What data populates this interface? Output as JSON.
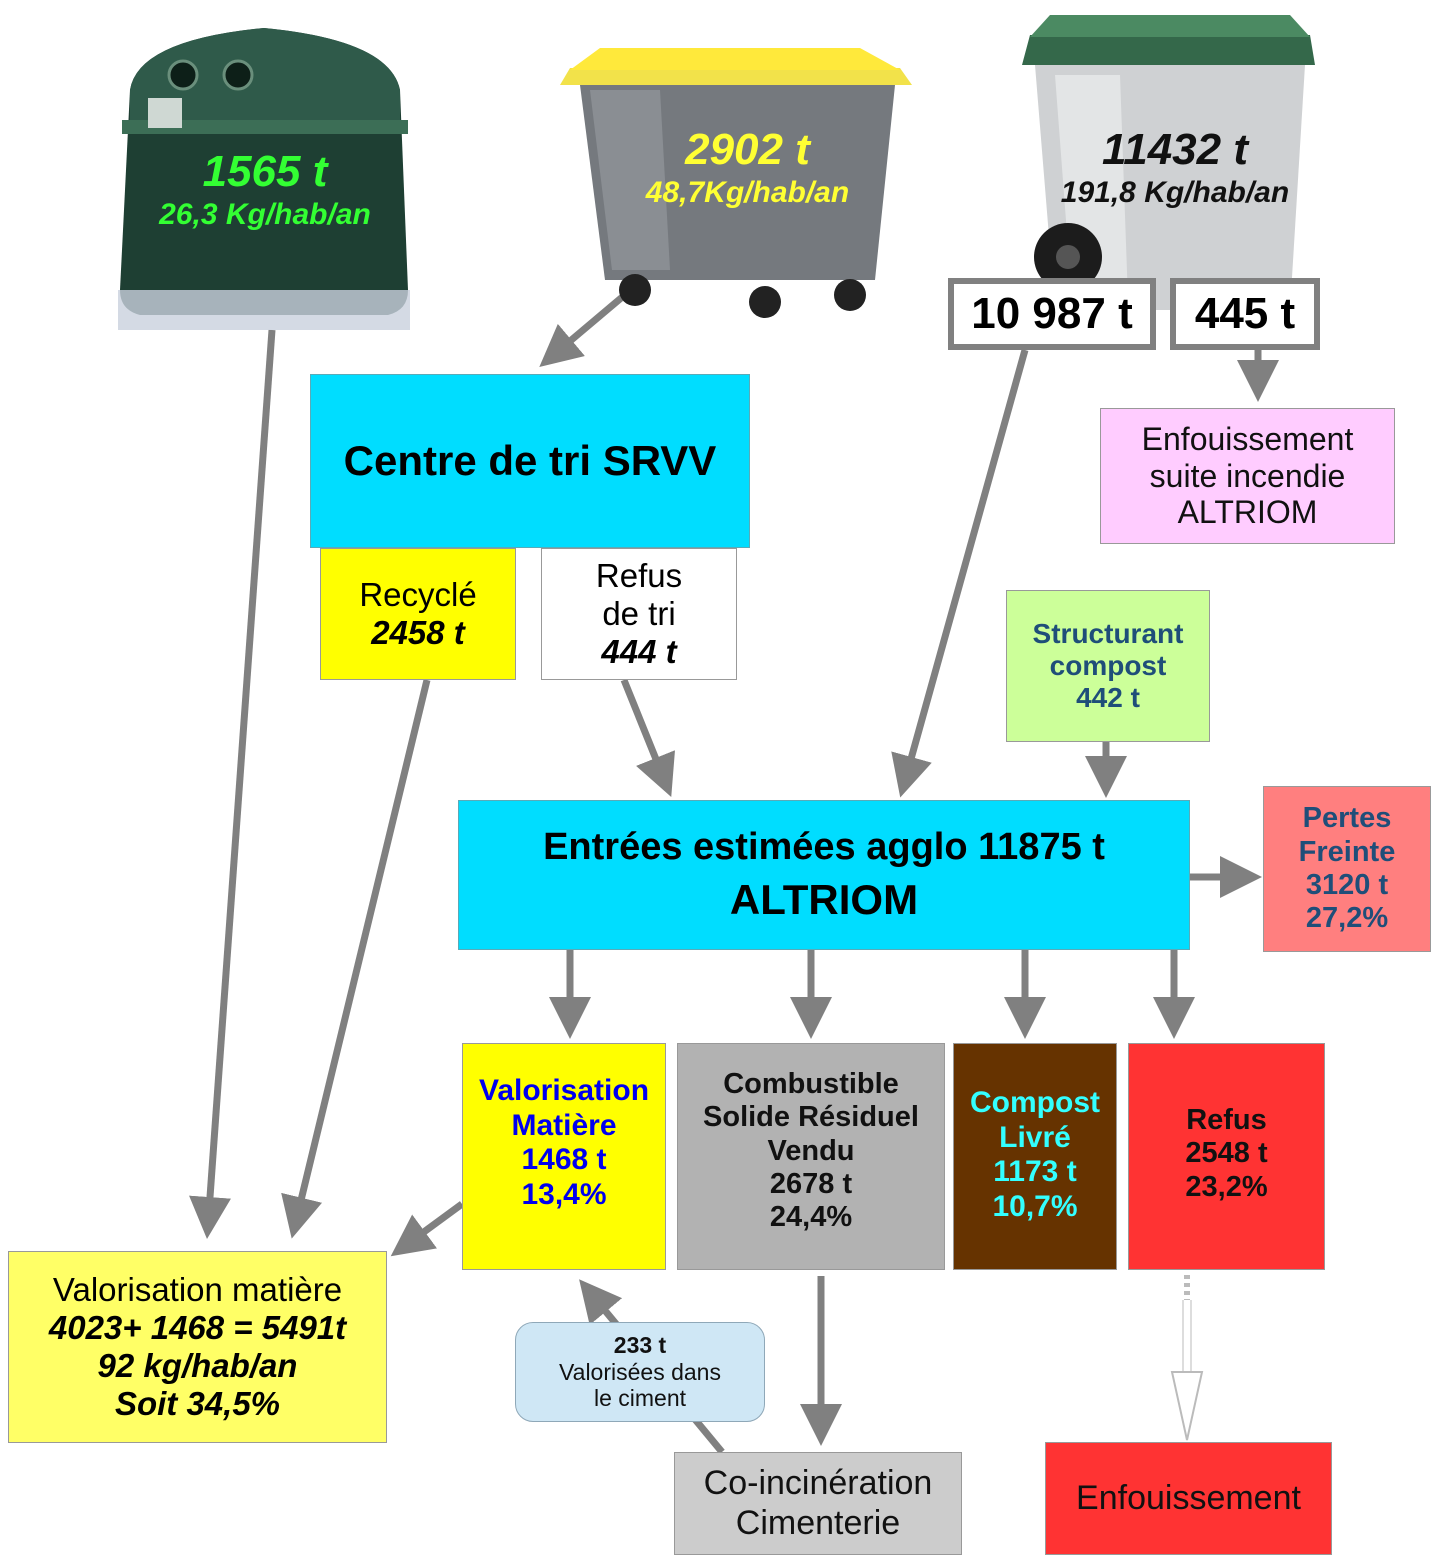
{
  "colors": {
    "cyan": "#00ddff",
    "yellow": "#ffff00",
    "light_yellow": "#ffff66",
    "light_green": "#ccff99",
    "pink": "#ffccff",
    "salmon": "#ff7f7f",
    "grey": "#b2b2b2",
    "brown": "#663300",
    "red": "#ff3333",
    "light_blue": "#cfe7f5",
    "light_grey": "#cccccc",
    "arrow": "#808080"
  },
  "bins": {
    "glass": {
      "icon": "glass-bottle-bank-icon",
      "tonnage": "1565 t",
      "ratio": "26,3 Kg/hab/an"
    },
    "yellow": {
      "icon": "yellow-lid-bin-icon",
      "tonnage": "2902 t",
      "ratio": "48,7Kg/hab/an"
    },
    "green": {
      "icon": "green-lid-bin-icon",
      "tonnage": "11432 t",
      "ratio": "191,8 Kg/hab/an"
    }
  },
  "split": {
    "left": "10 987 t",
    "right": "445 t"
  },
  "landfill_fire": {
    "line1": "Enfouissement",
    "line2": "suite incendie",
    "line3": "ALTRIOM"
  },
  "sorting_center": {
    "label": "Centre de tri SRVV"
  },
  "recycled": {
    "label": "Recyclé",
    "value": "2458 t"
  },
  "sort_refuse": {
    "line1": "Refus",
    "line2": "de tri",
    "value": "444 t"
  },
  "structurant": {
    "line1": "Structurant",
    "line2": "compost",
    "value": "442 t"
  },
  "altriom": {
    "line1": "Entrées estimées agglo 11875 t",
    "line2": "ALTRIOM"
  },
  "losses": {
    "line1": "Pertes",
    "line2": "Freinte",
    "value": "3120 t",
    "pct": "27,2%"
  },
  "val_matiere": {
    "line1": "Valorisation",
    "line2": "Matière",
    "value": "1468 t",
    "pct": "13,4%"
  },
  "csr": {
    "line1": "Combustible",
    "line2": "Solide Résiduel",
    "line3": "Vendu",
    "value": "2678 t",
    "pct": "24,4%"
  },
  "compost": {
    "line1": "Compost",
    "line2": "Livré",
    "value": "1173 t",
    "pct": "10,7%"
  },
  "refus": {
    "line1": "Refus",
    "value": "2548 t",
    "pct": "23,2%"
  },
  "summary": {
    "line1": "Valorisation matière",
    "line2": "4023+ 1468 = 5491t",
    "line3": "92 kg/hab/an",
    "line4": "Soit 34,5%"
  },
  "cement_note": {
    "value": "233 t",
    "line1": "Valorisées dans",
    "line2": "le ciment"
  },
  "coincineration": {
    "line1": "Co-incinération",
    "line2": "Cimenterie"
  },
  "landfill": {
    "label": "Enfouissement"
  }
}
